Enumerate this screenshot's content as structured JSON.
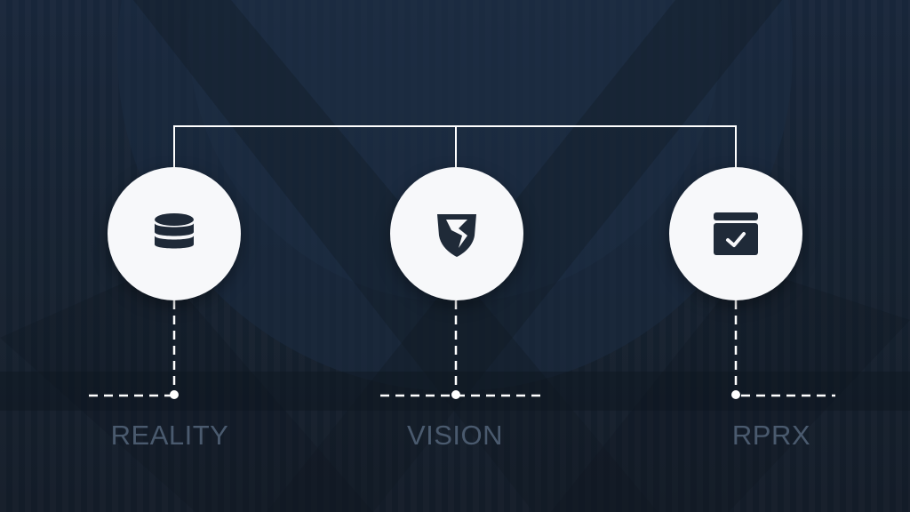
{
  "colors": {
    "background": "#15202e",
    "node_fill": "#f7f8fa",
    "icon": "#1f2a38",
    "connector": "#ffffff",
    "label_text": "#4a5a6e"
  },
  "nodes": [
    {
      "label": "REALITY",
      "icon": "database-icon"
    },
    {
      "label": "VISION",
      "icon": "shield-icon"
    },
    {
      "label": "RPRX",
      "icon": "checkbox-window-icon"
    }
  ]
}
